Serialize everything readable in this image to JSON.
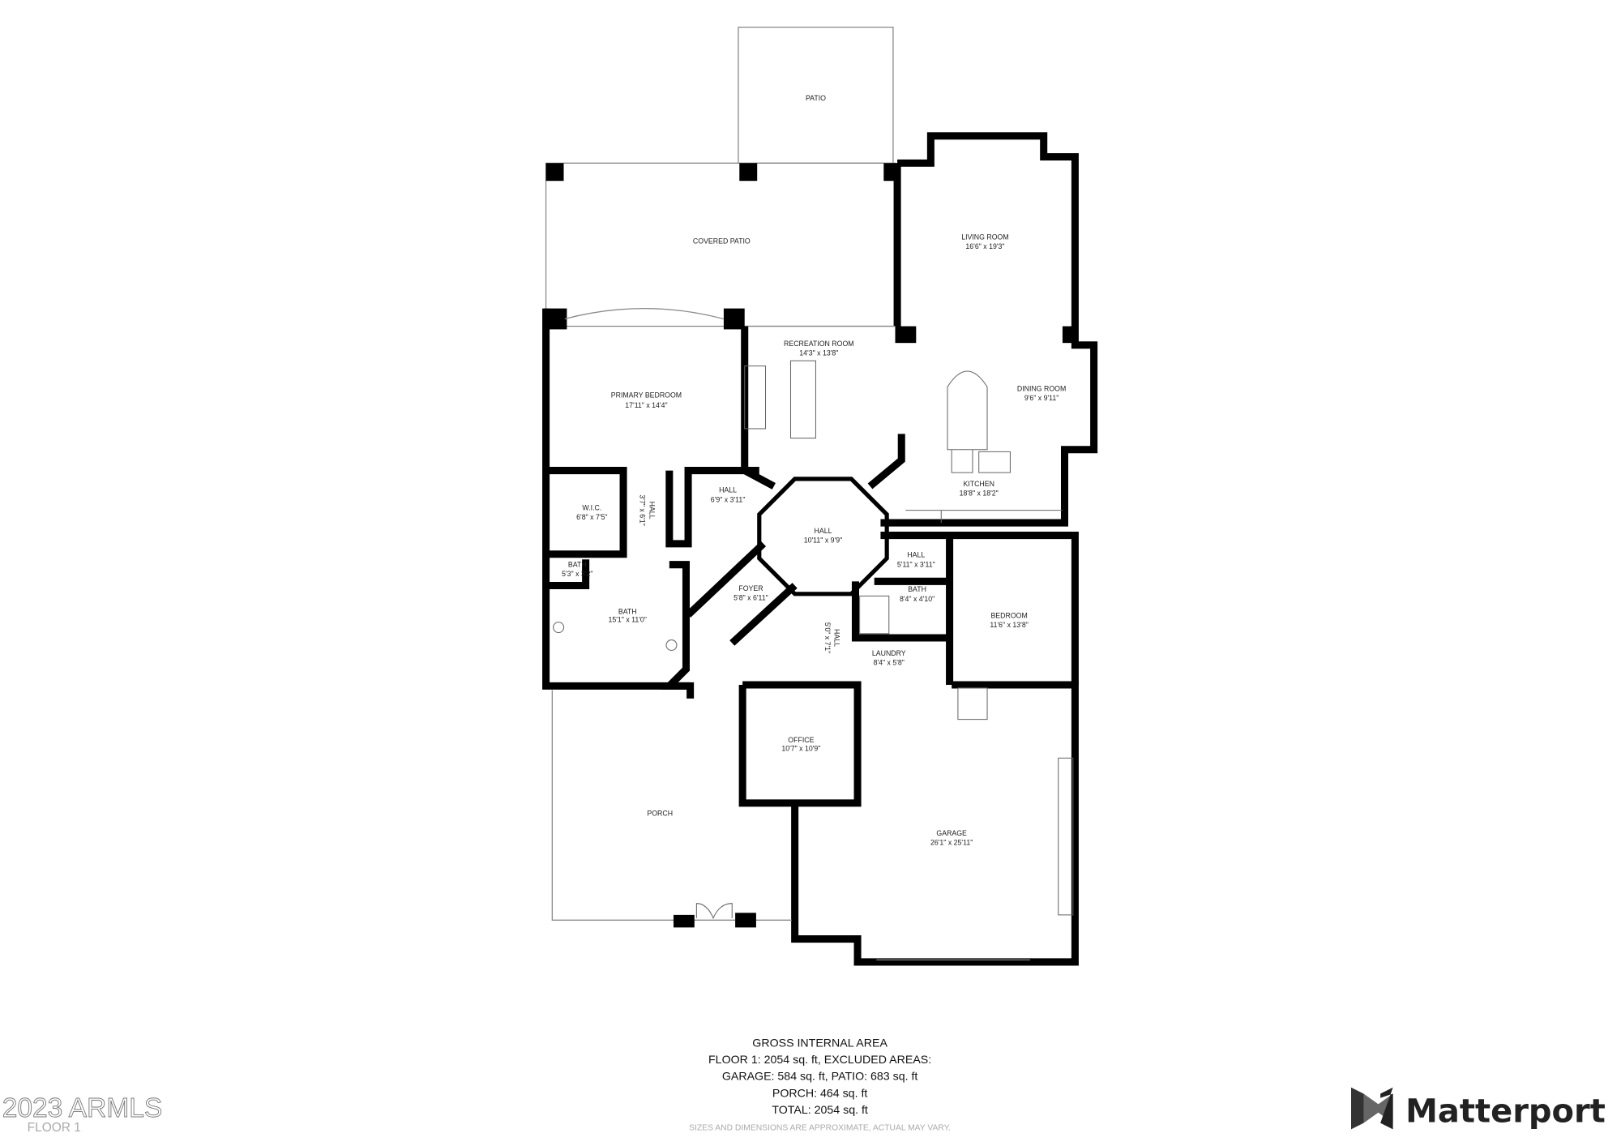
{
  "rooms": {
    "patio": {
      "name": "PATIO"
    },
    "covered_patio": {
      "name": "COVERED PATIO"
    },
    "living_room": {
      "name": "LIVING ROOM",
      "size": "16'6\" x 19'3\""
    },
    "recreation_room": {
      "name": "RECREATION ROOM",
      "size": "14'3\" x 13'8\""
    },
    "primary_bedroom": {
      "name": "PRIMARY BEDROOM",
      "size": "17'11\" x 14'4\""
    },
    "dining_room": {
      "name": "DINING ROOM",
      "size": "9'6\" x 9'11\""
    },
    "kitchen": {
      "name": "KITCHEN",
      "size": "18'8\" x 18'2\""
    },
    "hall_small": {
      "name": "HALL",
      "size": "6'9\" x 3'11\""
    },
    "wic": {
      "name": "W.I.C.",
      "size": "6'8\" x 7'5\""
    },
    "hall_vertical": {
      "name": "HALL",
      "size": "3'7\" x 6'1\""
    },
    "hall_main": {
      "name": "HALL",
      "size": "10'11\" x 9'9\""
    },
    "hall_east": {
      "name": "HALL",
      "size": "5'11\" x 3'11\""
    },
    "bath_small": {
      "name": "BATH",
      "size": "5'3\" x 3'2\""
    },
    "bath_primary": {
      "name": "BATH",
      "size": "15'1\" x 11'0\""
    },
    "foyer": {
      "name": "FOYER",
      "size": "5'8\" x 6'11\""
    },
    "hall_south": {
      "name": "HALL",
      "size": "5'0\" x 7'1\""
    },
    "bath_guest": {
      "name": "BATH",
      "size": "8'4\" x 4'10\""
    },
    "laundry": {
      "name": "LAUNDRY",
      "size": "8'4\" x 5'8\""
    },
    "bedroom": {
      "name": "BEDROOM",
      "size": "11'6\" x 13'8\""
    },
    "office": {
      "name": "OFFICE",
      "size": "10'7\" x 10'9\""
    },
    "porch": {
      "name": "PORCH"
    },
    "garage": {
      "name": "GARAGE",
      "size": "26'1\" x 25'11\""
    }
  },
  "summary": {
    "title": "GROSS INTERNAL AREA",
    "line1": "FLOOR 1: 2054 sq. ft, EXCLUDED AREAS:",
    "line2": "GARAGE: 584 sq. ft, PATIO: 683 sq. ft",
    "line3": "PORCH: 464 sq. ft",
    "line4": "TOTAL: 2054 sq. ft",
    "disclaimer": "SIZES AND DIMENSIONS ARE APPROXIMATE, ACTUAL MAY VARY."
  },
  "watermark": {
    "text": "2023 ARMLS",
    "floor": "FLOOR 1"
  },
  "brand": {
    "name": "Matterport"
  },
  "colors": {
    "wall": "#000000",
    "text": "#222222",
    "watermark": "#777777"
  }
}
